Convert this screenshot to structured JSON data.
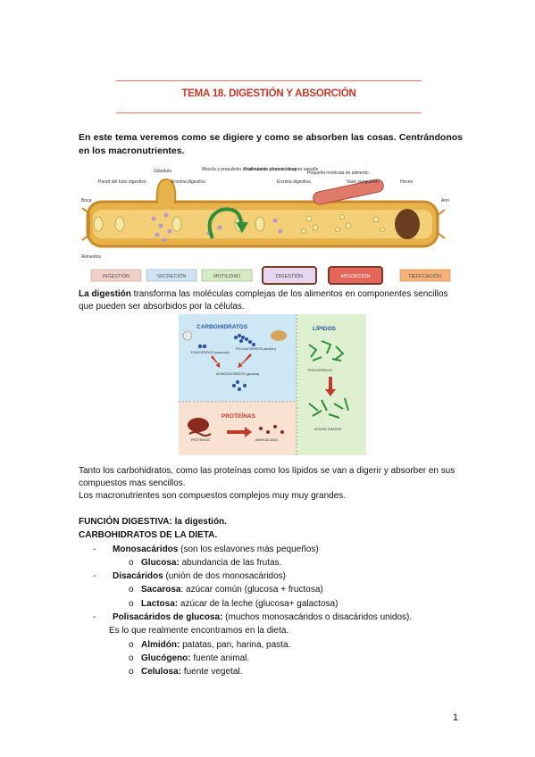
{
  "header": {
    "title": "TEMA 18. DIGESTIÓN Y ABSORCIÓN"
  },
  "intro": "En este tema veremos como se digiere y como se absorben las cosas. Centrándonos en los macronutrientes.",
  "figure1": {
    "labels": {
      "boca": "Boca",
      "alimentos": "Alimentos",
      "pared": "Pared del tubo digestivo",
      "glandula": "Glándula",
      "enzima1": "Enzima digestiva",
      "mezcla": "Mezcla y propulsión de alimentos y secreciones",
      "particula": "Partícula de alimento de gran tamaño",
      "enzima2": "Enzima digestiva",
      "pequena": "Pequeña molécula de alimento",
      "vaso": "Vaso sanguíneo",
      "heces": "Heces",
      "ano": "Ano"
    },
    "boxes": [
      "INGESTIÓN",
      "SECRECIÓN",
      "MOTILIDAD",
      "DIGESTIÓN",
      "ABSORCIÓN",
      "DEFECACIÓN"
    ],
    "colors": {
      "tube": "#e8b24a",
      "tube_dark": "#c98a2b",
      "food": "#f4e9a6",
      "enzyme": "#b89ac4",
      "vessel": "#e07a6a",
      "feces": "#6b3d1f",
      "arrow": "#2f8f3a"
    }
  },
  "paragraph1": {
    "term": "La digestión",
    "rest": " transforma las moléculas complejas de los alimentos en componentes sencillos que pueden ser absorbidos por la células."
  },
  "figure2": {
    "carb_title": "CARBOHIDRATOS",
    "disacaridos": "DISACÁRIDOS (sacarosa)",
    "polisacaridos": "POLISACÁRIDOS (almidón)",
    "monosacaridos": "MONOSACÁRIDOS (glucosa)",
    "lipidos_title": "LÍPIDOS",
    "trigliceridos": "TRIGLICÉRIDOS",
    "acidos": "ÁCIDOS GRASOS",
    "proteinas_title": "PROTEÍNAS",
    "proteinas": "PROTEÍNAS",
    "aminoacidos": "AMINOÁCIDOS"
  },
  "paragraph2": [
    "Tanto los carbohidratos, como las proteínas como los lípidos se van a digerir y absorber en sus compuestos mas sencillos.",
    "Los macronutrientes son compuestos complejos muy muy grandes."
  ],
  "outline": {
    "heading1": "FUNCIÓN DIGESTIVA: la digestión.",
    "heading2": "CARBOHIDRATOS DE LA DIETA.",
    "items": [
      {
        "term": "Monosacáridos",
        "rest": " (son los eslavones más pequeños)",
        "subs": [
          {
            "term": "Glucosa:",
            "rest": " abundancia de las frutas."
          }
        ]
      },
      {
        "term": "Disacáridos",
        "rest": " (unión de dos monosacáridos)",
        "subs": [
          {
            "term": "Sacarosa",
            "rest": ": azúcar común (glucosa + fructosa)"
          },
          {
            "term": "Lactosa:",
            "rest": " azúcar de la leche (glucosa+ galactosa)"
          }
        ]
      },
      {
        "term": "Polisacáridos de glucosa:",
        "rest": " (muchos monosacáridos o disacáridos unidos).",
        "note": "Es lo que realmente encontramos en la dieta.",
        "subs": [
          {
            "term": "Almidón:",
            "rest": " patatas, pan, harina, pasta."
          },
          {
            "term": "Glucógeno:",
            "rest": " fuente animal."
          },
          {
            "term": "Celulosa:",
            "rest": " fuente vegetal."
          }
        ]
      }
    ]
  },
  "page_number": "1"
}
